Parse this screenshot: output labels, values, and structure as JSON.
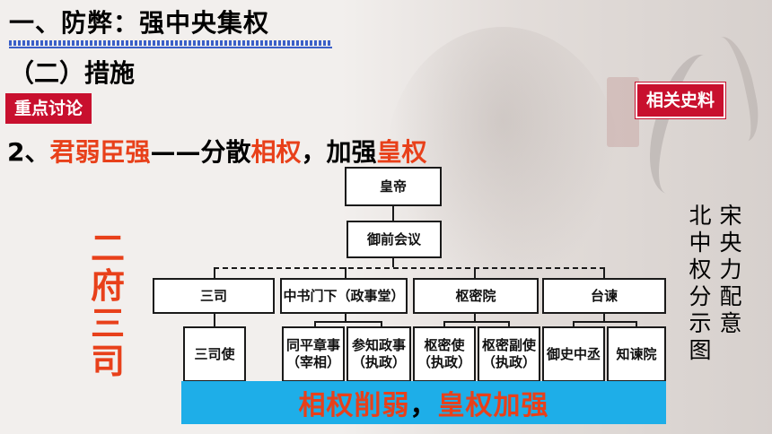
{
  "slide": {
    "title": "一、防弊：强中央集权",
    "subtitle": "（二）措施",
    "tag_focus": "重点讨论",
    "tag_reference": "相关史料",
    "point": {
      "prefix": "2、",
      "red1": "君弱臣强",
      "mid1": "——分散",
      "red2": "相权",
      "mid2": "，加强",
      "red3": "皇权"
    },
    "side_title": [
      "二",
      "府",
      "三",
      "司"
    ],
    "caption_right": [
      "宋",
      "央",
      "力",
      "配",
      "意"
    ],
    "caption_left": [
      "北",
      "中",
      "权",
      "分",
      "示",
      "图"
    ],
    "banner": {
      "part1": "相权削弱",
      "comma": "，",
      "part2": "皇权加强"
    }
  },
  "org_chart": {
    "root": "皇帝",
    "council": "御前会议",
    "departments": [
      "三司",
      "中书门下（政事堂）",
      "枢密院",
      "台谏"
    ],
    "officials": [
      "三司使",
      "同平章事\n（宰相）",
      "参知政事\n（执政）",
      "枢密使\n（执政）",
      "枢密副使\n（执政）",
      "御史中丞",
      "知谏院"
    ]
  },
  "colors": {
    "accent_red": "#e8401a",
    "tag_red": "#c8102e",
    "banner_blue": "#1eaee8",
    "rule_blue": "#3a5fc8"
  }
}
